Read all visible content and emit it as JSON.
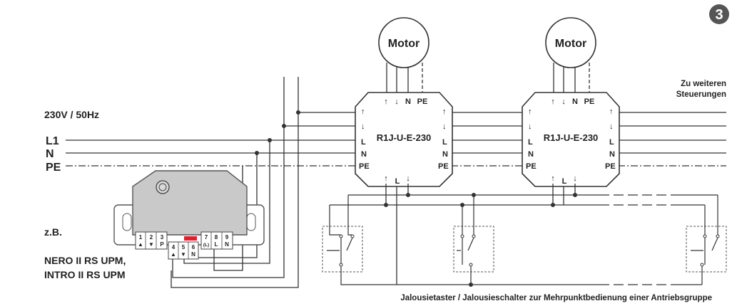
{
  "step_badge": "3",
  "supply": {
    "voltage_label": "230V / 50Hz",
    "line_l1": "L1",
    "line_n": "N",
    "line_pe": "PE"
  },
  "motors": [
    {
      "label": "Motor"
    },
    {
      "label": "Motor"
    }
  ],
  "controllers": [
    {
      "model": "R1J-U-E-230",
      "term_n_top": "N",
      "term_pe_top": "PE",
      "term_l_left": "L",
      "term_n_left": "N",
      "term_pe_left": "PE",
      "term_l_right": "L",
      "term_n_right": "N",
      "term_pe_right": "PE",
      "term_l_bottom": "L"
    },
    {
      "model": "R1J-U-E-230",
      "term_n_top": "N",
      "term_pe_top": "PE",
      "term_l_left": "L",
      "term_n_left": "N",
      "term_pe_left": "PE",
      "term_l_right": "L",
      "term_n_right": "N",
      "term_pe_right": "PE",
      "term_l_bottom": "L"
    }
  ],
  "further_controls": {
    "line1": "Zu weiteren",
    "line2": "Steuerungen"
  },
  "example": {
    "prefix": "z.B.",
    "model_line1": "NERO II RS UPM,",
    "model_line2": "INTRO II RS UPM"
  },
  "module_terminals": {
    "left": [
      {
        "num": "1",
        "sym": "▲"
      },
      {
        "num": "2",
        "sym": "▼"
      },
      {
        "num": "3",
        "sym": "P"
      }
    ],
    "center": [
      {
        "num": "4",
        "sym": "▲"
      },
      {
        "num": "5",
        "sym": "▼"
      },
      {
        "num": "6",
        "sym": "N"
      }
    ],
    "right": [
      {
        "num": "7",
        "sym": "(L)"
      },
      {
        "num": "8",
        "sym": "L"
      },
      {
        "num": "9",
        "sym": "N"
      }
    ]
  },
  "caption": "Jalousietaster / Jalousieschalter zur Mehrpunktbedienung einer Antriebsgruppe",
  "colors": {
    "wire": "#333333",
    "module_fill": "#c9c9c9",
    "module_outline": "#555555",
    "badge": "#555555",
    "terminal_red": "#e0202a"
  }
}
